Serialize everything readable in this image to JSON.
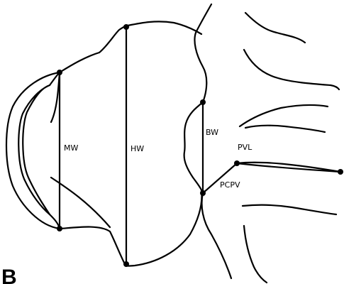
{
  "figure": {
    "panel_label": "B",
    "measurements": [
      {
        "key": "MW",
        "label": "MW"
      },
      {
        "key": "HW",
        "label": "HW"
      },
      {
        "key": "BW",
        "label": "BW"
      },
      {
        "key": "PVL",
        "label": "PVL"
      },
      {
        "key": "PCPV",
        "label": "PCPV"
      }
    ]
  },
  "colors": {
    "line": "#000000",
    "background": "#ffffff"
  }
}
